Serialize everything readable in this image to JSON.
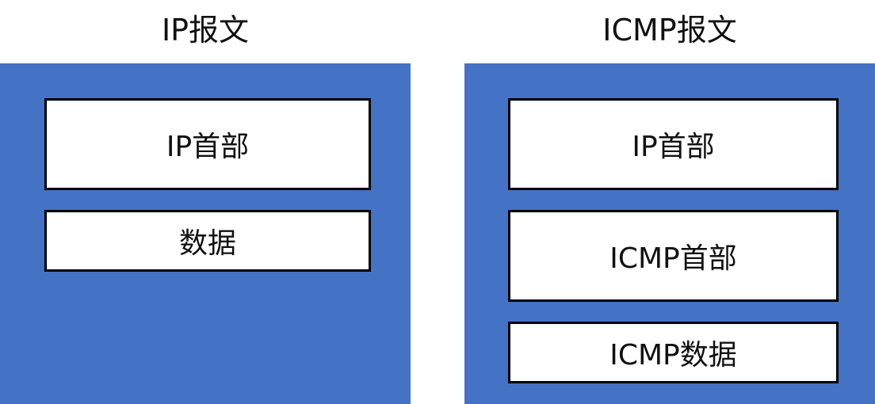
{
  "left_packet": {
    "title": "IP报文",
    "fields": [
      "IP首部",
      "数据"
    ]
  },
  "right_packet": {
    "title": "ICMP报文",
    "fields": [
      "IP首部",
      "ICMP首部",
      "ICMP数据"
    ]
  },
  "colors": {
    "packet_fill": "#4472c4",
    "field_fill": "#ffffff",
    "field_border": "#000000",
    "text": "#111111"
  }
}
